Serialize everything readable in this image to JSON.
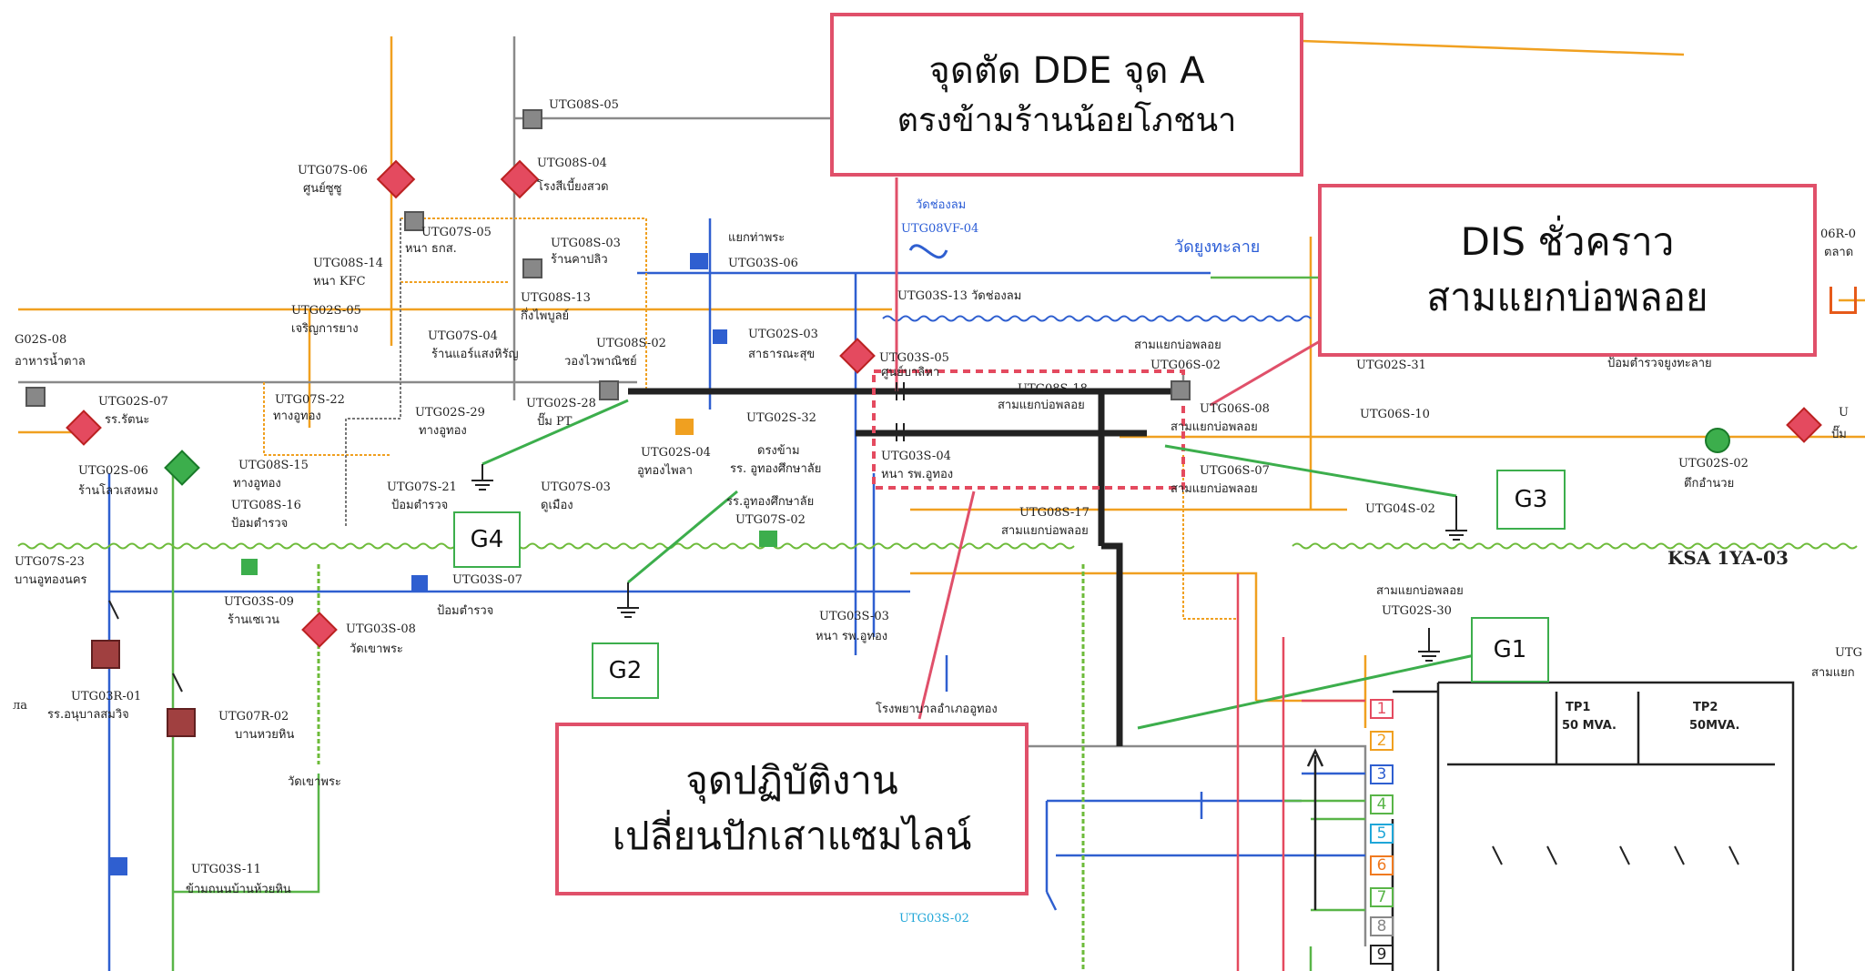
{
  "callouts": {
    "dde": {
      "line1": "จุดตัด DDE จุด A",
      "line2": "ตรงข้ามร้านน้อยโภชนา"
    },
    "dis": {
      "line1": "DIS ชั่วคราว",
      "line2": "สามแยกบ่อพลอย"
    },
    "work": {
      "line1": "จุดปฏิบัติงาน",
      "line2": "เปลี่ยนปักเสาแซมไลน์"
    }
  },
  "ground_markers": [
    "G1",
    "G2",
    "G3",
    "G4"
  ],
  "station": {
    "label": "KSA 1YA-03",
    "tp1": "TP1",
    "tp1_rating": "50 MVA.",
    "tp2": "TP2",
    "tp2_rating": "50MVA."
  },
  "bays": [
    "1",
    "2",
    "3",
    "4",
    "5",
    "6",
    "7",
    "8",
    "9"
  ],
  "labels": {
    "utg08s05": "UTG08S-05",
    "utg08s04": "UTG08S-04",
    "utg08s04_n": "โรงสีเบี้ยงสวด",
    "utg07s06": "UTG07S-06",
    "utg07s06_n": "ศูนย์ซูซู",
    "utg07s05": "UTG07S-05",
    "utg07s05_n": "หนา ธกส.",
    "utg08s03": "UTG08S-03",
    "utg08s03_n": "ร้านคาปลิว",
    "utg08s14": "UTG08S-14",
    "utg08s14_n": "หนา KFC",
    "utg08s13": "UTG08S-13",
    "utg08s13_n": "กึ่งไพบูลย์",
    "utg02s05": "UTG02S-05",
    "utg02s05_n": "เจริญการยาง",
    "utg07s04": "UTG07S-04",
    "utg07s04_n": "ร้านแอร์แสงหิรัญ",
    "utg08s02": "UTG08S-02",
    "utg08s02_n": "วองไวพาณิชย์",
    "g02s08": "G02S-08",
    "g02s08_n": "อาหารน้ำตาล",
    "utg02s07": "UTG02S-07",
    "utg02s07_n": "รร.รัตนะ",
    "utg07s22": "UTG07S-22",
    "utg07s22_n": "ทางอูทอง",
    "utg02s29": "UTG02S-29",
    "utg02s29_n": "ทางอูทอง",
    "utg02s28": "UTG02S-28",
    "utg02s28_n": "ปั๊ม PT",
    "utg02s06": "UTG02S-06",
    "utg02s06_n": "ร้านโลวเสงหมง",
    "utg08s15": "UTG08S-15",
    "utg08s15_n": "ทางอูทอง",
    "utg08s16": "UTG08S-16",
    "utg08s16_n": "ป้อมตำรวจ",
    "utg07s21": "UTG07S-21",
    "utg07s21_n": "ป้อมตำรวจ",
    "utg07s03": "UTG07S-03",
    "utg07s03_n": "ดูเมือง",
    "utg07s23": "UTG07S-23",
    "utg07s23_n": "บานอูทองนคร",
    "utg03s09": "UTG03S-09",
    "utg03s09_n": "ร้านเซเวน",
    "utg03s07": "UTG03S-07",
    "utg03s07_n": "ป้อมตำรวจ",
    "utg03s08": "UTG03S-08",
    "utg03s08_n": "วัดเขาพระ",
    "utg03r01": "UTG03R-01",
    "utg03r01_n": "รร.อนุบาลสมวิจ",
    "utg07r02": "UTG07R-02",
    "utg07r02_n": "บานหวยหิน",
    "watkhaophra": "วัดเขาพระ",
    "utg03s11": "UTG03S-11",
    "utg03s11_n": "ข้ามถนนบ้านห้วยหิน",
    "la": "ла",
    "yaekthapra": "แยกท่าพระ",
    "utg03s06": "UTG03S-06",
    "watchonglom": "วัดช่องลม",
    "utg08vf04": "UTG08VF-04",
    "watyungthalai": "วัดยูงทะลาย",
    "utg03s13": "UTG03S-13 วัดช่องลม",
    "utg02s03": "UTG02S-03",
    "utg02s03_n": "สาธารณะสุข",
    "utg03s05": "UTG03S-05",
    "utg03s05_n": "ศูนย์บาลิหา",
    "utg08s18": "UTG08S-18",
    "utg08s18_n": "สามแยกบ่อพลอย",
    "samyaek1": "สามแยกบ่อพลอย",
    "utg06s02": "UTG06S-02",
    "utg02s32": "UTG02S-32",
    "utg02s04": "UTG02S-04",
    "utg02s04_n": "อูทองไพลา",
    "rr1": "ดรงข้าม",
    "rr2": "รร. อูทองศึกษาลัย",
    "rr3": "รร.อูทองศึกษาลัย",
    "utg07s02": "UTG07S-02",
    "utg03s04": "UTG03S-04",
    "utg03s04_n": "หนา รพ.อูทอง",
    "utg08s17": "UTG08S-17",
    "utg08s17_n": "สามแยกบ่อพลอย",
    "utg06s08": "UTG06S-08",
    "utg06s08_n": "สามแยกบ่อพลอย",
    "utg06s07": "UTG06S-07",
    "utg06s07_n": "สามแยกบ่อพลอย",
    "utg02s31": "UTG02S-31",
    "pomtamruat": "ป้อมตำรวจยูงทะลาย",
    "utg06s10": "UTG06S-10",
    "utg02s02": "UTG02S-02",
    "utg02s02_n": "ตึกอำนวย",
    "pum": "ปั๊ม",
    "utg04s02": "UTG04S-02",
    "samyaek2": "สามแยกบ่อพลอย",
    "utg02s30": "UTG02S-30",
    "utg03s03": "UTG03S-03",
    "utg03s03_n": "หนา รพ.อูทอง",
    "hospital": "โรงพยาบาลอำเภออูทอง",
    "utg03s02": "UTG03S-02",
    "r06r0": "06R-0",
    "r06r0_n": "ตลาด",
    "utg_cut": "UTG",
    "samyaek_cut": "สามแยก",
    "u_cut": "U"
  }
}
